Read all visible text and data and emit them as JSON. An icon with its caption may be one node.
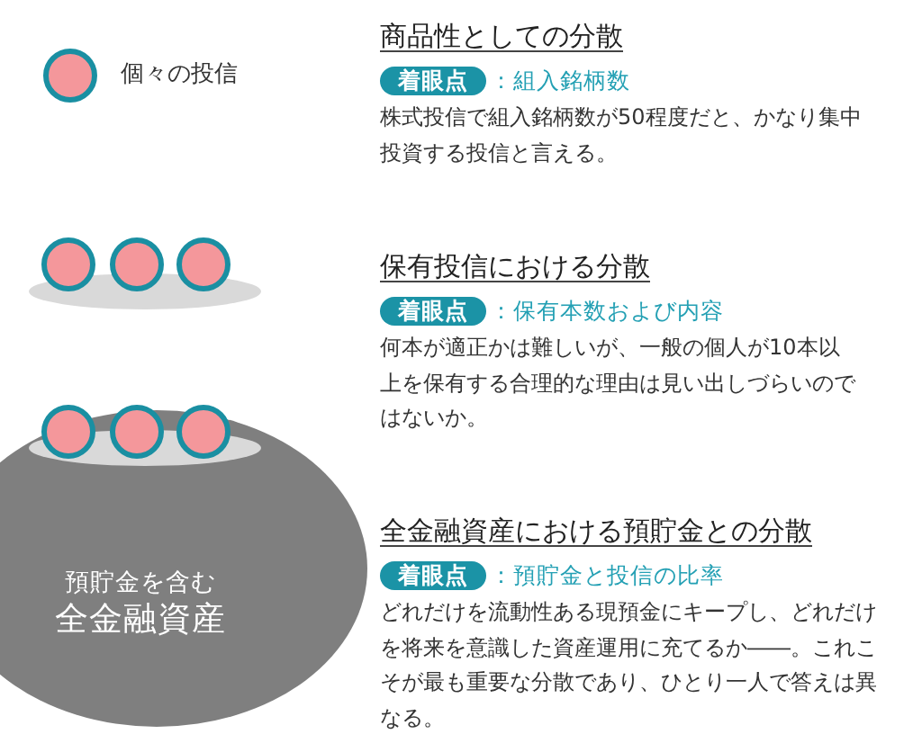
{
  "diagram": {
    "nodes": [
      {
        "text": [
          "着眼点"
        ],
        "beside": [
          "：組入銘柄数"
        ]
      },
      {
        "text": [],
        "shape": "circle"
      },
      {
        "text": [],
        "shape": "circle"
      },
      {
        "text": [],
        "shape": "circle"
      },
      {
        "text": [],
        "shape": "ellipse"
      },
      {
        "text": [
          "着眼点"
        ],
        "beside": [
          "：保有本数および内容"
        ]
      },
      {
        "text": [],
        "shape": "circle"
      },
      {
        "text": [],
        "shape": "circle"
      },
      {
        "text": [],
        "shape": "circle"
      },
      {
        "text": [
          "預貯金を含む",
          "全金融資産"
        ]
      },
      {
        "text": [],
        "shape": "ellipse",
        "in": 9
      },
      {
        "text": [
          "着眼点"
        ],
        "beside": [
          "：預貯金と投信の比率"
        ]
      }
    ],
    "labels": [
      "商品性としての分散",
      "株式投信で組入銘柄数が50程度だと、かなり集中投資する投信と言える。",
      "保有投信における分散",
      "何本が適正かは難しいが、一般の個人が10本以上を保有する合理的な理由は見い出しづらいのではないか。",
      "全金融資産における預貯金との分散",
      "どれだけを流動性ある現預金にキープし、どれだけを将来を意識した資産運用に充てるか――。これこそが最も重要な分散であり、ひとり一人で答えは異なる。"
    ],
    "legend": [
      {
        "text": "個々の投信"
      }
    ]
  }
}
